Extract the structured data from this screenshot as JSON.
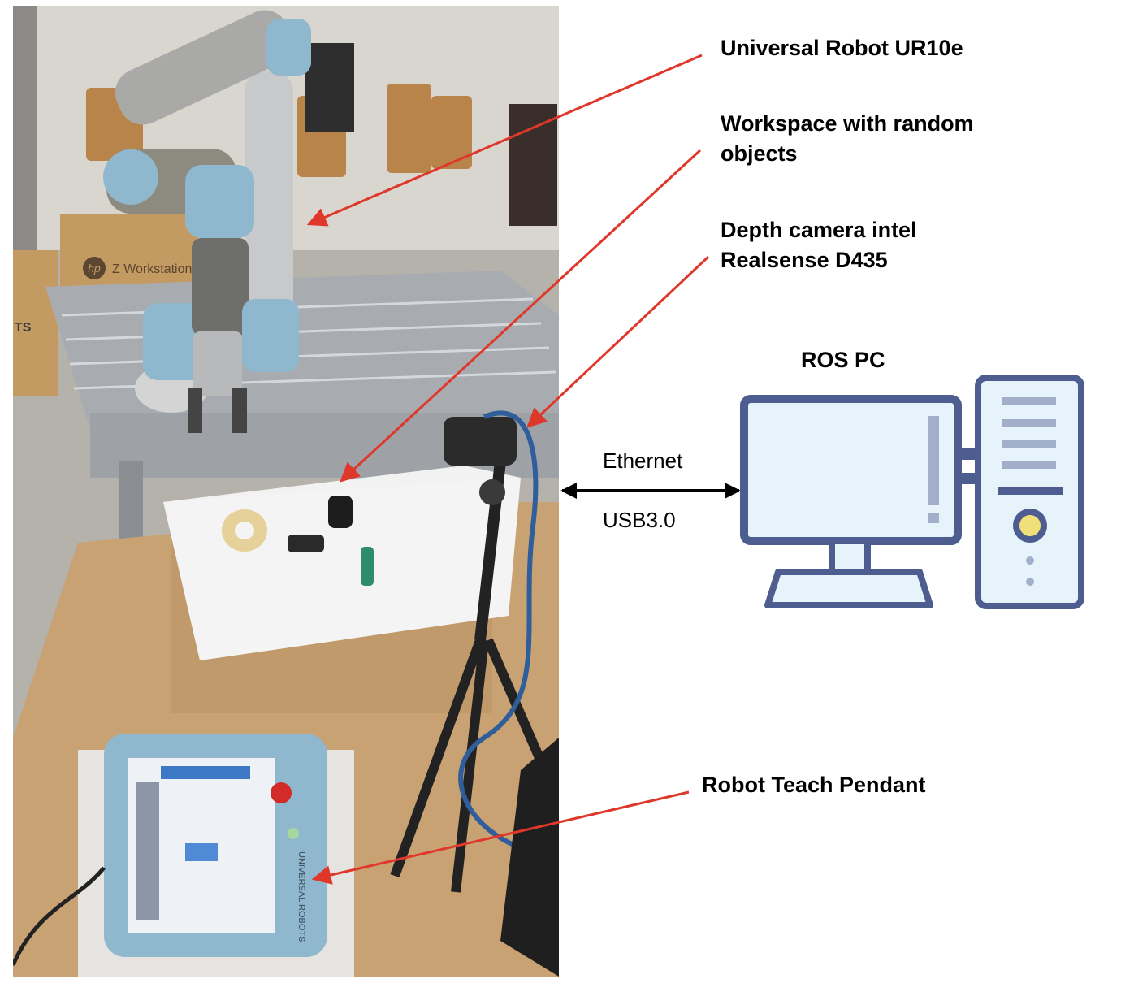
{
  "labels": {
    "robot": "Universal Robot UR10e",
    "workspace": "Workspace with random\nobjects",
    "camera": "Depth camera intel\nRealsense D435",
    "ros_pc": "ROS PC",
    "pendant": "Robot Teach Pendant"
  },
  "connection": {
    "top": "Ethernet",
    "bottom": "USB3.0"
  },
  "photo_text": {
    "workstation_box": "Z Workstation",
    "box_brand": "hp",
    "box_fragment": "TS",
    "pendant_brand": "UNIVERSAL ROBOTS"
  },
  "colors": {
    "callout_arrow": "#e0372b",
    "computer_outline": "#4d5d8f",
    "computer_fill": "#e7f3fb",
    "power_button": "#f1e07a",
    "robot_joint": "#8fb8cf",
    "table_top": "#c9a274",
    "box": "#c19a6b"
  }
}
